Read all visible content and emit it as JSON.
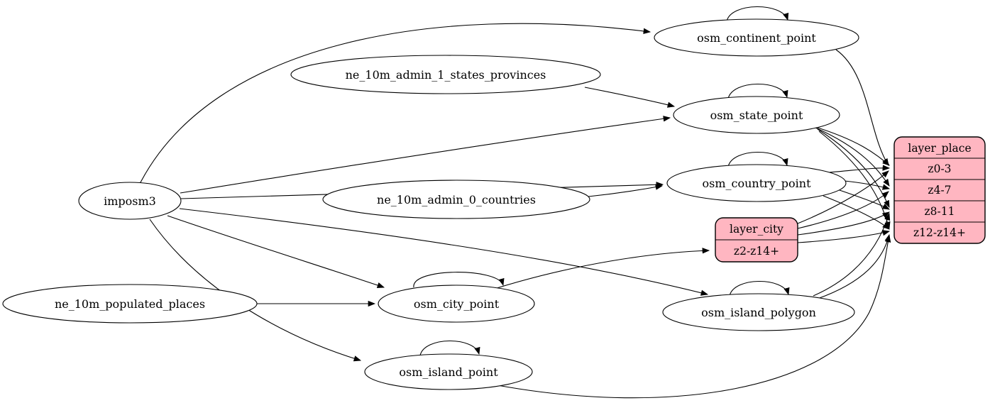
{
  "diagram": {
    "type": "etl-graph",
    "colors": {
      "record_fill": "#FFB6C1",
      "node_fill": "#FFFFFF",
      "stroke": "#000000"
    },
    "nodes": {
      "imposm3": {
        "label": "imposm3",
        "shape": "ellipse",
        "role": "source"
      },
      "ne_10m_admin_1_states_provinces": {
        "label": "ne_10m_admin_1_states_provinces",
        "shape": "ellipse",
        "role": "source"
      },
      "ne_10m_admin_0_countries": {
        "label": "ne_10m_admin_0_countries",
        "shape": "ellipse",
        "role": "source"
      },
      "ne_10m_populated_places": {
        "label": "ne_10m_populated_places",
        "shape": "ellipse",
        "role": "source"
      },
      "osm_continent_point": {
        "label": "osm_continent_point",
        "shape": "ellipse",
        "role": "table"
      },
      "osm_state_point": {
        "label": "osm_state_point",
        "shape": "ellipse",
        "role": "table"
      },
      "osm_country_point": {
        "label": "osm_country_point",
        "shape": "ellipse",
        "role": "table"
      },
      "osm_city_point": {
        "label": "osm_city_point",
        "shape": "ellipse",
        "role": "table"
      },
      "osm_island_polygon": {
        "label": "osm_island_polygon",
        "shape": "ellipse",
        "role": "table"
      },
      "osm_island_point": {
        "label": "osm_island_point",
        "shape": "ellipse",
        "role": "table"
      }
    },
    "records": {
      "layer_city": {
        "header": "layer_city",
        "rows": [
          "z2-z14+"
        ]
      },
      "layer_place": {
        "header": "layer_place",
        "rows": [
          "z0-3",
          "z4-7",
          "z8-11",
          "z12-z14+"
        ]
      }
    },
    "edges": [
      {
        "from": "imposm3",
        "to": "osm_continent_point"
      },
      {
        "from": "imposm3",
        "to": "osm_state_point"
      },
      {
        "from": "imposm3",
        "to": "osm_country_point"
      },
      {
        "from": "imposm3",
        "to": "osm_city_point"
      },
      {
        "from": "imposm3",
        "to": "osm_island_polygon"
      },
      {
        "from": "imposm3",
        "to": "osm_island_point"
      },
      {
        "from": "ne_10m_admin_1_states_provinces",
        "to": "osm_state_point"
      },
      {
        "from": "ne_10m_admin_0_countries",
        "to": "osm_country_point"
      },
      {
        "from": "ne_10m_populated_places",
        "to": "osm_city_point"
      },
      {
        "from": "osm_continent_point",
        "to": "osm_continent_point"
      },
      {
        "from": "osm_state_point",
        "to": "osm_state_point"
      },
      {
        "from": "osm_country_point",
        "to": "osm_country_point"
      },
      {
        "from": "osm_city_point",
        "to": "osm_city_point"
      },
      {
        "from": "osm_island_polygon",
        "to": "osm_island_polygon"
      },
      {
        "from": "osm_island_point",
        "to": "osm_island_point"
      },
      {
        "from": "osm_continent_point",
        "to": "layer_place:z0-3"
      },
      {
        "from": "osm_state_point",
        "to": "layer_place:z0-3"
      },
      {
        "from": "osm_state_point",
        "to": "layer_place:z4-7"
      },
      {
        "from": "osm_state_point",
        "to": "layer_place:z8-11"
      },
      {
        "from": "osm_state_point",
        "to": "layer_place:z12-z14+"
      },
      {
        "from": "osm_country_point",
        "to": "layer_place:z0-3"
      },
      {
        "from": "osm_country_point",
        "to": "layer_place:z4-7"
      },
      {
        "from": "osm_country_point",
        "to": "layer_place:z8-11"
      },
      {
        "from": "osm_country_point",
        "to": "layer_place:z12-z14+"
      },
      {
        "from": "osm_city_point",
        "to": "layer_city:z2-z14+"
      },
      {
        "from": "layer_city",
        "to": "layer_place:z0-3"
      },
      {
        "from": "layer_city",
        "to": "layer_place:z4-7"
      },
      {
        "from": "layer_city",
        "to": "layer_place:z8-11"
      },
      {
        "from": "layer_city",
        "to": "layer_place:z12-z14+"
      },
      {
        "from": "osm_island_polygon",
        "to": "layer_place:z8-11"
      },
      {
        "from": "osm_island_polygon",
        "to": "layer_place:z12-z14+"
      },
      {
        "from": "osm_island_point",
        "to": "layer_place:z12-z14+"
      }
    ]
  }
}
